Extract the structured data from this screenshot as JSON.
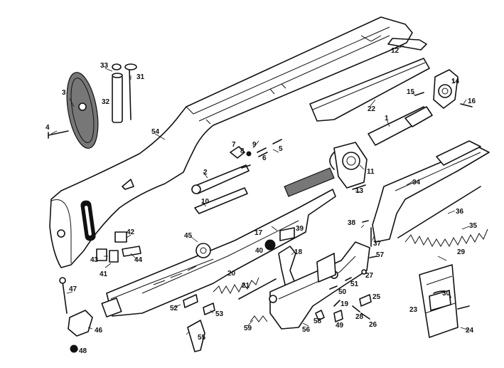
{
  "diagram": {
    "labels": {
      "p1": "1",
      "p2": "2",
      "p3": "3",
      "p4": "4",
      "p5": "5",
      "p6": "6",
      "p7": "7",
      "p8": "8",
      "p9": "9",
      "p10": "10",
      "p11": "11",
      "p12": "12",
      "p13": "13",
      "p14": "14",
      "p15": "15",
      "p16": "16",
      "p17": "17",
      "p18": "18",
      "p19": "19",
      "p20": "20",
      "p21": "21",
      "p22": "22",
      "p23": "23",
      "p24": "24",
      "p25": "25",
      "p26": "26",
      "p27": "27",
      "p28": "28",
      "p29": "29",
      "p30": "30",
      "p31": "31",
      "p32": "32",
      "p33": "33",
      "p34": "34",
      "p35": "35",
      "p36": "36",
      "p37": "37",
      "p38": "38",
      "p39": "39",
      "p40": "40",
      "p41": "41",
      "p42": "42",
      "p43": "43",
      "p44": "44",
      "p45": "45",
      "p46": "46",
      "p47": "47",
      "p48": "48",
      "p49": "49",
      "p50": "50",
      "p51": "51",
      "p52": "52",
      "p53": "53",
      "p54": "54",
      "p55": "55",
      "p56": "56",
      "p57": "57",
      "p58": "58",
      "p59": "59"
    }
  }
}
